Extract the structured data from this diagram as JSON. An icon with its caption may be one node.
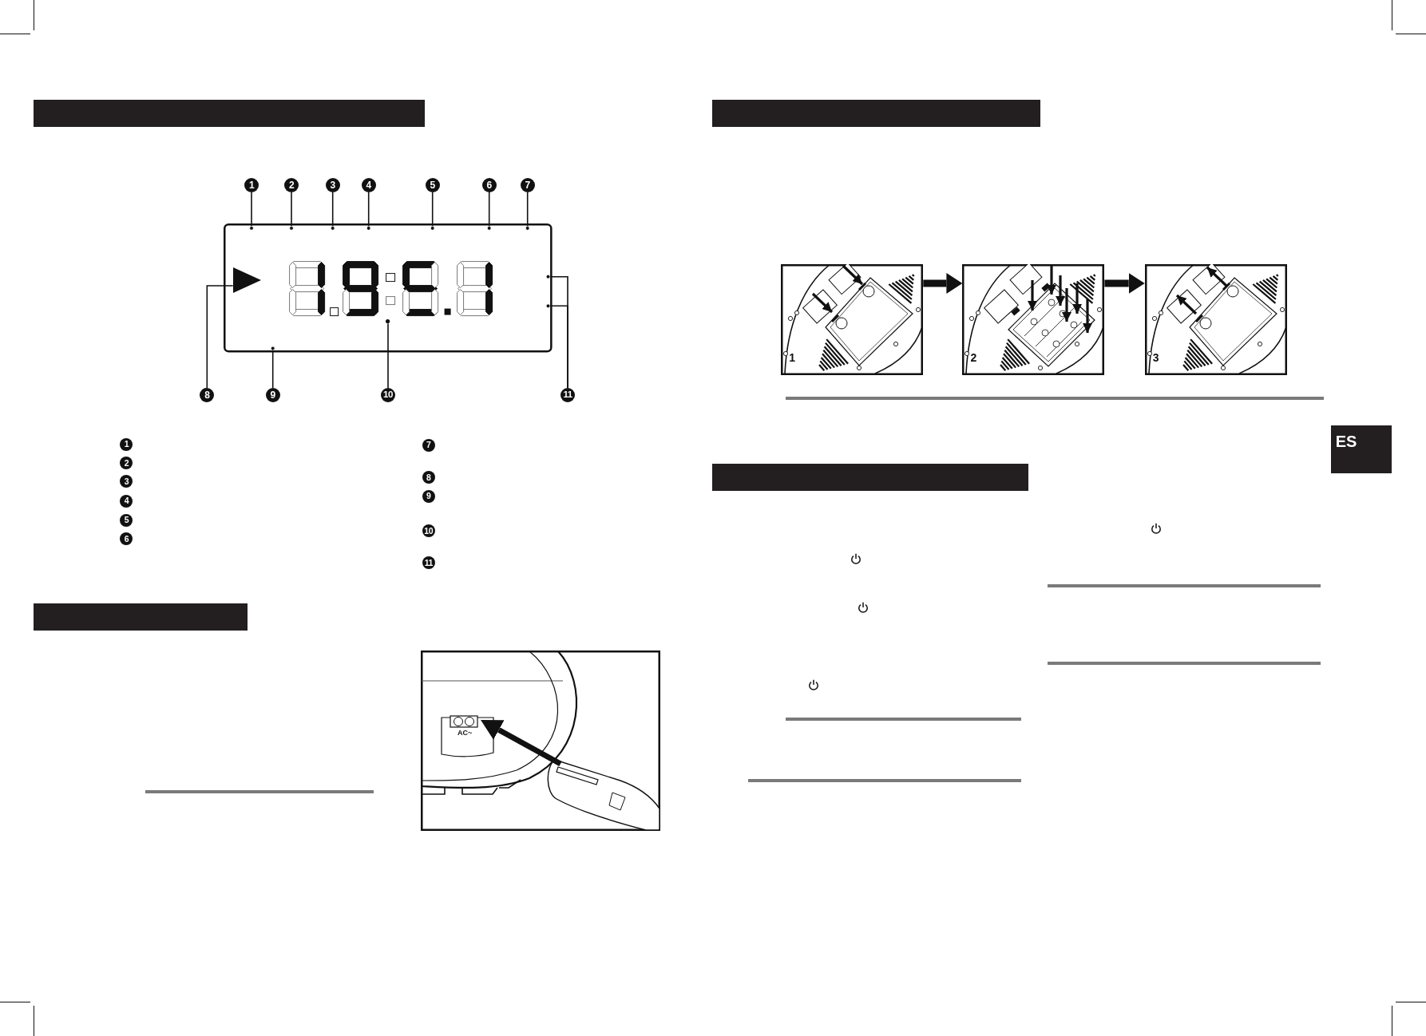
{
  "diagram": {
    "nodes": [
      {
        "text": [],
        "shape": "bar"
      },
      {
        "text": [
          "1"
        ]
      },
      {
        "text": [
          "2"
        ]
      },
      {
        "text": [
          "3"
        ]
      },
      {
        "text": [
          "4"
        ]
      },
      {
        "text": [
          "5"
        ]
      },
      {
        "text": [
          "6"
        ]
      },
      {
        "text": [
          "7"
        ]
      },
      {
        "text": [],
        "shape": "box"
      },
      {
        "text": [],
        "shape": "triangle",
        "in": 8
      },
      {
        "text": [],
        "shape": "circle",
        "in": 8
      },
      {
        "text": [
          "8"
        ]
      },
      {
        "text": [
          "9"
        ]
      },
      {
        "text": [
          "10"
        ]
      },
      {
        "text": [
          "11"
        ]
      },
      {
        "text": [],
        "shape": "bar"
      },
      {
        "text": [],
        "shape": "bar"
      },
      {
        "text": [
          "1"
        ]
      },
      {
        "text": [
          "2"
        ]
      },
      {
        "text": [
          "3"
        ]
      },
      {
        "text": [
          "ES"
        ]
      },
      {
        "text": [],
        "shape": "bar"
      }
    ],
    "edges": [
      {
        "from": 1,
        "to": 8,
        "arrow": "other"
      },
      {
        "from": 2,
        "to": 8,
        "arrow": "other"
      },
      {
        "from": 3,
        "to": 8,
        "arrow": "other"
      },
      {
        "from": 4,
        "to": 8,
        "arrow": "other"
      },
      {
        "from": 5,
        "to": 8,
        "arrow": "other"
      },
      {
        "from": 6,
        "to": 8,
        "arrow": "other"
      },
      {
        "from": 7,
        "to": 8,
        "arrow": "other"
      },
      {
        "from": 11,
        "to": 9,
        "arrow": "other"
      },
      {
        "from": 12,
        "to": 8,
        "arrow": "other"
      },
      {
        "from": 13,
        "to": 10,
        "arrow": "none"
      },
      {
        "from": 14,
        "to": 8,
        "arrow": "other"
      },
      {
        "from": 14,
        "to": 8,
        "arrow": "other"
      },
      {
        "from": 17,
        "to": 18,
        "arrow": "to",
        "style": "thick"
      },
      {
        "from": 18,
        "to": 19,
        "arrow": "to",
        "style": "thick"
      }
    ],
    "labels": [
      "1",
      "2",
      "3",
      "4",
      "5",
      "6",
      "7",
      "8",
      "9",
      "10",
      "11",
      "AC~"
    ]
  }
}
